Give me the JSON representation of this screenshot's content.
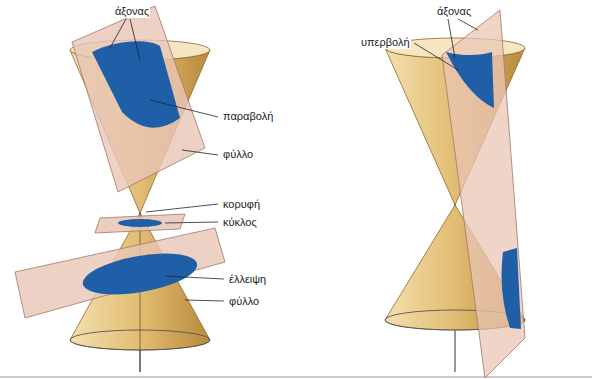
{
  "diagram": {
    "labels": [
      "άξονας",
      "παραβολή",
      "φύλλο",
      "κορυφή",
      "κύκλος",
      "έλλειψη",
      "φύλλο",
      "άξονας",
      "υπερβολή"
    ]
  }
}
